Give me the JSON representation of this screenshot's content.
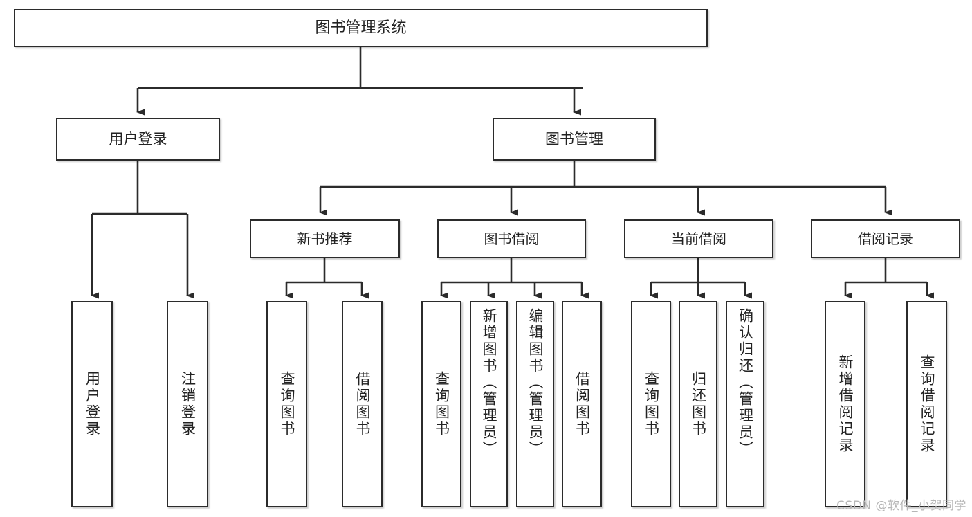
{
  "diagram": {
    "type": "tree-hierarchy-chart",
    "title_text": "图书管理系统",
    "watermark": "CSDN @软件_小贺同学",
    "colors": {
      "box_border": "#2b2b2b",
      "box_fill": "#ffffff",
      "connector": "#2b2b2b",
      "text": "#222222",
      "watermark": "#b6b6b6",
      "background": "#ffffff"
    },
    "nodes": {
      "root": {
        "label": "图书管理系统"
      },
      "level2": [
        {
          "id": "user-login",
          "label": "用户登录"
        },
        {
          "id": "book-management",
          "label": "图书管理"
        }
      ],
      "level3": [
        {
          "id": "new-book-recommend",
          "label": "新书推荐"
        },
        {
          "id": "book-borrow",
          "label": "图书借阅"
        },
        {
          "id": "current-borrow",
          "label": "当前借阅"
        },
        {
          "id": "borrow-record",
          "label": "借阅记录"
        }
      ],
      "leaves": [
        {
          "id": "leaf-user-login",
          "label": "用户登录",
          "parent": "user-login"
        },
        {
          "id": "leaf-logout-login",
          "label": "注销登录",
          "parent": "user-login"
        },
        {
          "id": "leaf-query-book-1",
          "label": "查询图书",
          "parent": "new-book-recommend"
        },
        {
          "id": "leaf-borrow-book-1",
          "label": "借阅图书",
          "parent": "new-book-recommend"
        },
        {
          "id": "leaf-query-book-2",
          "label": "查询图书",
          "parent": "book-borrow"
        },
        {
          "id": "leaf-add-book-admin",
          "label": "新增图书（管理员）",
          "parent": "book-borrow"
        },
        {
          "id": "leaf-edit-book-admin",
          "label": "编辑图书（管理员）",
          "parent": "book-borrow"
        },
        {
          "id": "leaf-borrow-book-2",
          "label": "借阅图书",
          "parent": "book-borrow"
        },
        {
          "id": "leaf-query-book-3",
          "label": "查询图书",
          "parent": "current-borrow"
        },
        {
          "id": "leaf-return-book",
          "label": "归还图书",
          "parent": "current-borrow"
        },
        {
          "id": "leaf-confirm-return-admin",
          "label": "确认归还（管理员）",
          "parent": "current-borrow"
        },
        {
          "id": "leaf-add-borrow-record",
          "label": "新增借阅记录",
          "parent": "borrow-record"
        },
        {
          "id": "leaf-query-borrow-record",
          "label": "查询借阅记录",
          "parent": "borrow-record"
        }
      ]
    }
  }
}
